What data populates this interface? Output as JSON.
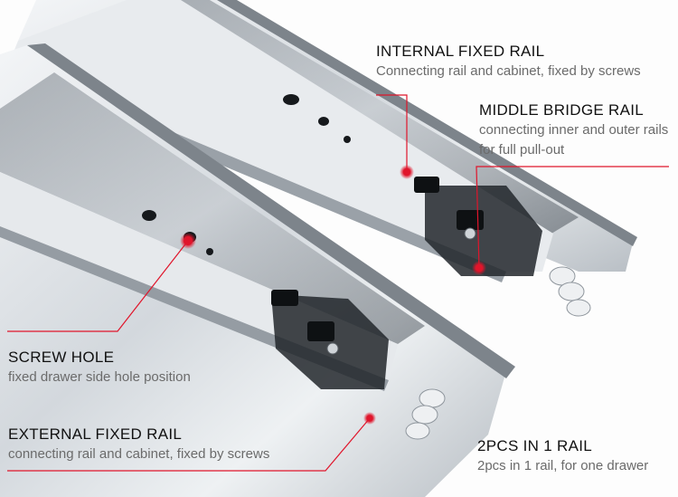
{
  "callouts": {
    "internal_fixed_rail": {
      "title": "INTERNAL FIXED RAIL",
      "description": "Connecting rail and cabinet, fixed by screws"
    },
    "middle_bridge_rail": {
      "title": "MIDDLE BRIDGE RAIL",
      "description": "connecting inner and outer rails for full pull-out"
    },
    "screw_hole": {
      "title": "SCREW HOLE",
      "description": "fixed drawer side hole position"
    },
    "external_fixed_rail": {
      "title": "EXTERNAL FIXED RAIL",
      "description": "connecting rail and cabinet, fixed by screws"
    },
    "two_pcs": {
      "title": "2PCS IN 1 RAIL",
      "description": "2pcs in 1 rail,  for one drawer"
    }
  },
  "colors": {
    "marker": "#e0152b",
    "leader_line": "#e0152b",
    "title_text": "#111111",
    "description_text": "#6b6b6b",
    "rail_steel": "#c9ced3"
  }
}
